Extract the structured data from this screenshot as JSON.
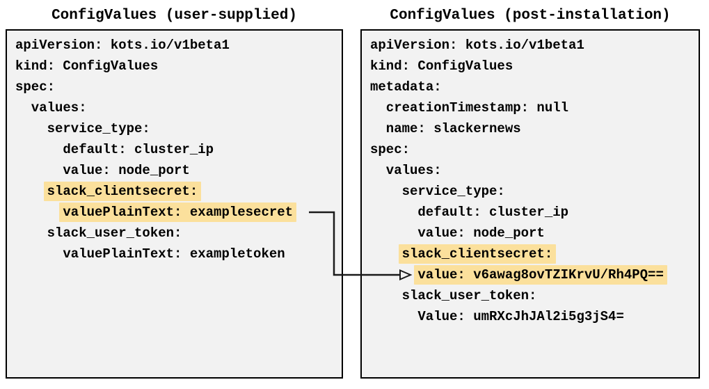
{
  "diagram": {
    "left_panel": {
      "title": "ConfigValues (user-supplied)",
      "lines": [
        {
          "indent": 0,
          "text": "apiVersion: kots.io/v1beta1",
          "highlight": false
        },
        {
          "indent": 0,
          "text": "kind: ConfigValues",
          "highlight": false
        },
        {
          "indent": 0,
          "text": "spec:",
          "highlight": false
        },
        {
          "indent": 2,
          "text": "values:",
          "highlight": false
        },
        {
          "indent": 4,
          "text": "service_type:",
          "highlight": false
        },
        {
          "indent": 6,
          "text": "default: cluster_ip",
          "highlight": false
        },
        {
          "indent": 6,
          "text": "value: node_port",
          "highlight": false
        },
        {
          "indent": 4,
          "text": "slack_clientsecret:",
          "highlight": true
        },
        {
          "indent": 6,
          "text": "valuePlainText: examplesecret",
          "highlight": true
        },
        {
          "indent": 4,
          "text": "slack_user_token:",
          "highlight": false
        },
        {
          "indent": 6,
          "text": "valuePlainText: exampletoken",
          "highlight": false
        }
      ]
    },
    "right_panel": {
      "title": "ConfigValues (post-installation)",
      "lines": [
        {
          "indent": 0,
          "text": "apiVersion: kots.io/v1beta1",
          "highlight": false
        },
        {
          "indent": 0,
          "text": "kind: ConfigValues",
          "highlight": false
        },
        {
          "indent": 0,
          "text": "metadata:",
          "highlight": false
        },
        {
          "indent": 2,
          "text": "creationTimestamp: null",
          "highlight": false
        },
        {
          "indent": 2,
          "text": "name: slackernews",
          "highlight": false
        },
        {
          "indent": 0,
          "text": "spec:",
          "highlight": false
        },
        {
          "indent": 2,
          "text": "values:",
          "highlight": false
        },
        {
          "indent": 4,
          "text": "service_type:",
          "highlight": false
        },
        {
          "indent": 6,
          "text": "default: cluster_ip",
          "highlight": false
        },
        {
          "indent": 6,
          "text": "value: node_port",
          "highlight": false
        },
        {
          "indent": 4,
          "text": "slack_clientsecret:",
          "highlight": true
        },
        {
          "indent": 6,
          "text": "value: v6awag8ovTZIKrvU/Rh4PQ==",
          "highlight": true
        },
        {
          "indent": 4,
          "text": "slack_user_token:",
          "highlight": false
        },
        {
          "indent": 6,
          "text": "Value: umRXcJhJAl2i5g3jS4=",
          "highlight": false
        }
      ]
    },
    "arrow": {
      "meaning": "plaintext secret mapped to encrypted value",
      "from_text": "valuePlainText: examplesecret",
      "to_text": "value: v6awag8ovTZIKrvU/Rh4PQ=="
    },
    "colors": {
      "highlight": "#fbe09c",
      "panel_bg": "#f2f2f2",
      "border": "#000000",
      "arrow": "#1a1a1a"
    }
  }
}
